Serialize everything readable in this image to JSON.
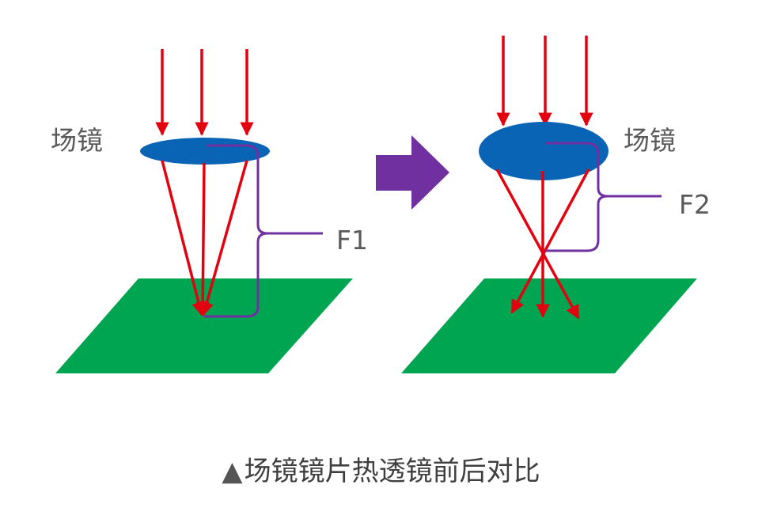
{
  "left_panel": {
    "lens_label": "场镜",
    "focal_label": "F1"
  },
  "right_panel": {
    "lens_label": "场镜",
    "focal_label": "F2"
  },
  "caption": {
    "marker": "▲",
    "text": "场镜镜片热透镜前后对比"
  },
  "colors": {
    "laser": "#e3000f",
    "lens": "#0a64b5",
    "workpiece": "#00a551",
    "bracket": "#7030a0",
    "transition_arrow": "#7030a0"
  }
}
